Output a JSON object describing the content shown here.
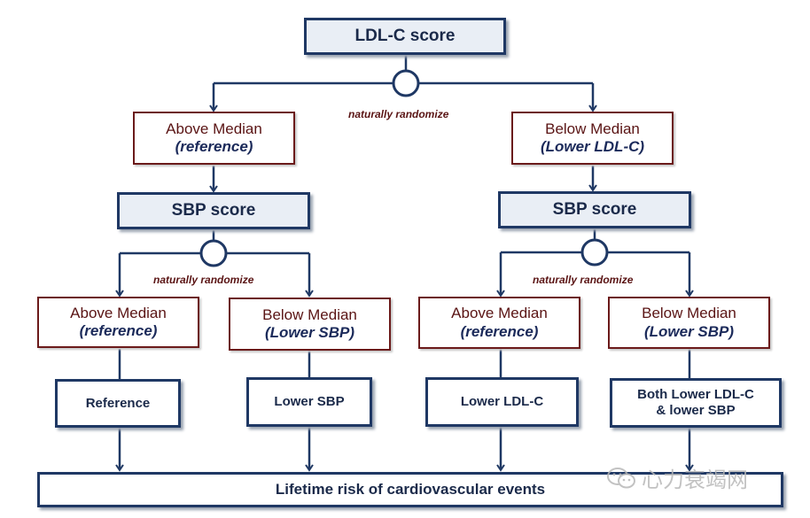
{
  "top": {
    "label": "LDL-C score"
  },
  "randomize_label": "naturally randomize",
  "ldl_groups": {
    "above": {
      "label": "Above Median",
      "sub": "(reference)"
    },
    "below": {
      "label": "Below Median",
      "sub": "(Lower LDL-C)"
    }
  },
  "sbp_score_label": "SBP score",
  "sbp_groups": [
    {
      "label": "Above Median",
      "sub": "(reference)"
    },
    {
      "label": "Below Median",
      "sub": "(Lower SBP)"
    },
    {
      "label": "Above Median",
      "sub": "(reference)"
    },
    {
      "label": "Below Median",
      "sub": "(Lower SBP)"
    }
  ],
  "results": [
    {
      "line1": "Reference",
      "line2": ""
    },
    {
      "line1": "Lower SBP",
      "line2": ""
    },
    {
      "line1": "Lower LDL-C",
      "line2": ""
    },
    {
      "line1": "Both Lower LDL-C",
      "line2": "& lower SBP"
    }
  ],
  "outcome": {
    "label": "Lifetime  risk of cardiovascular events"
  },
  "watermark": {
    "text": "心力衰竭网"
  }
}
